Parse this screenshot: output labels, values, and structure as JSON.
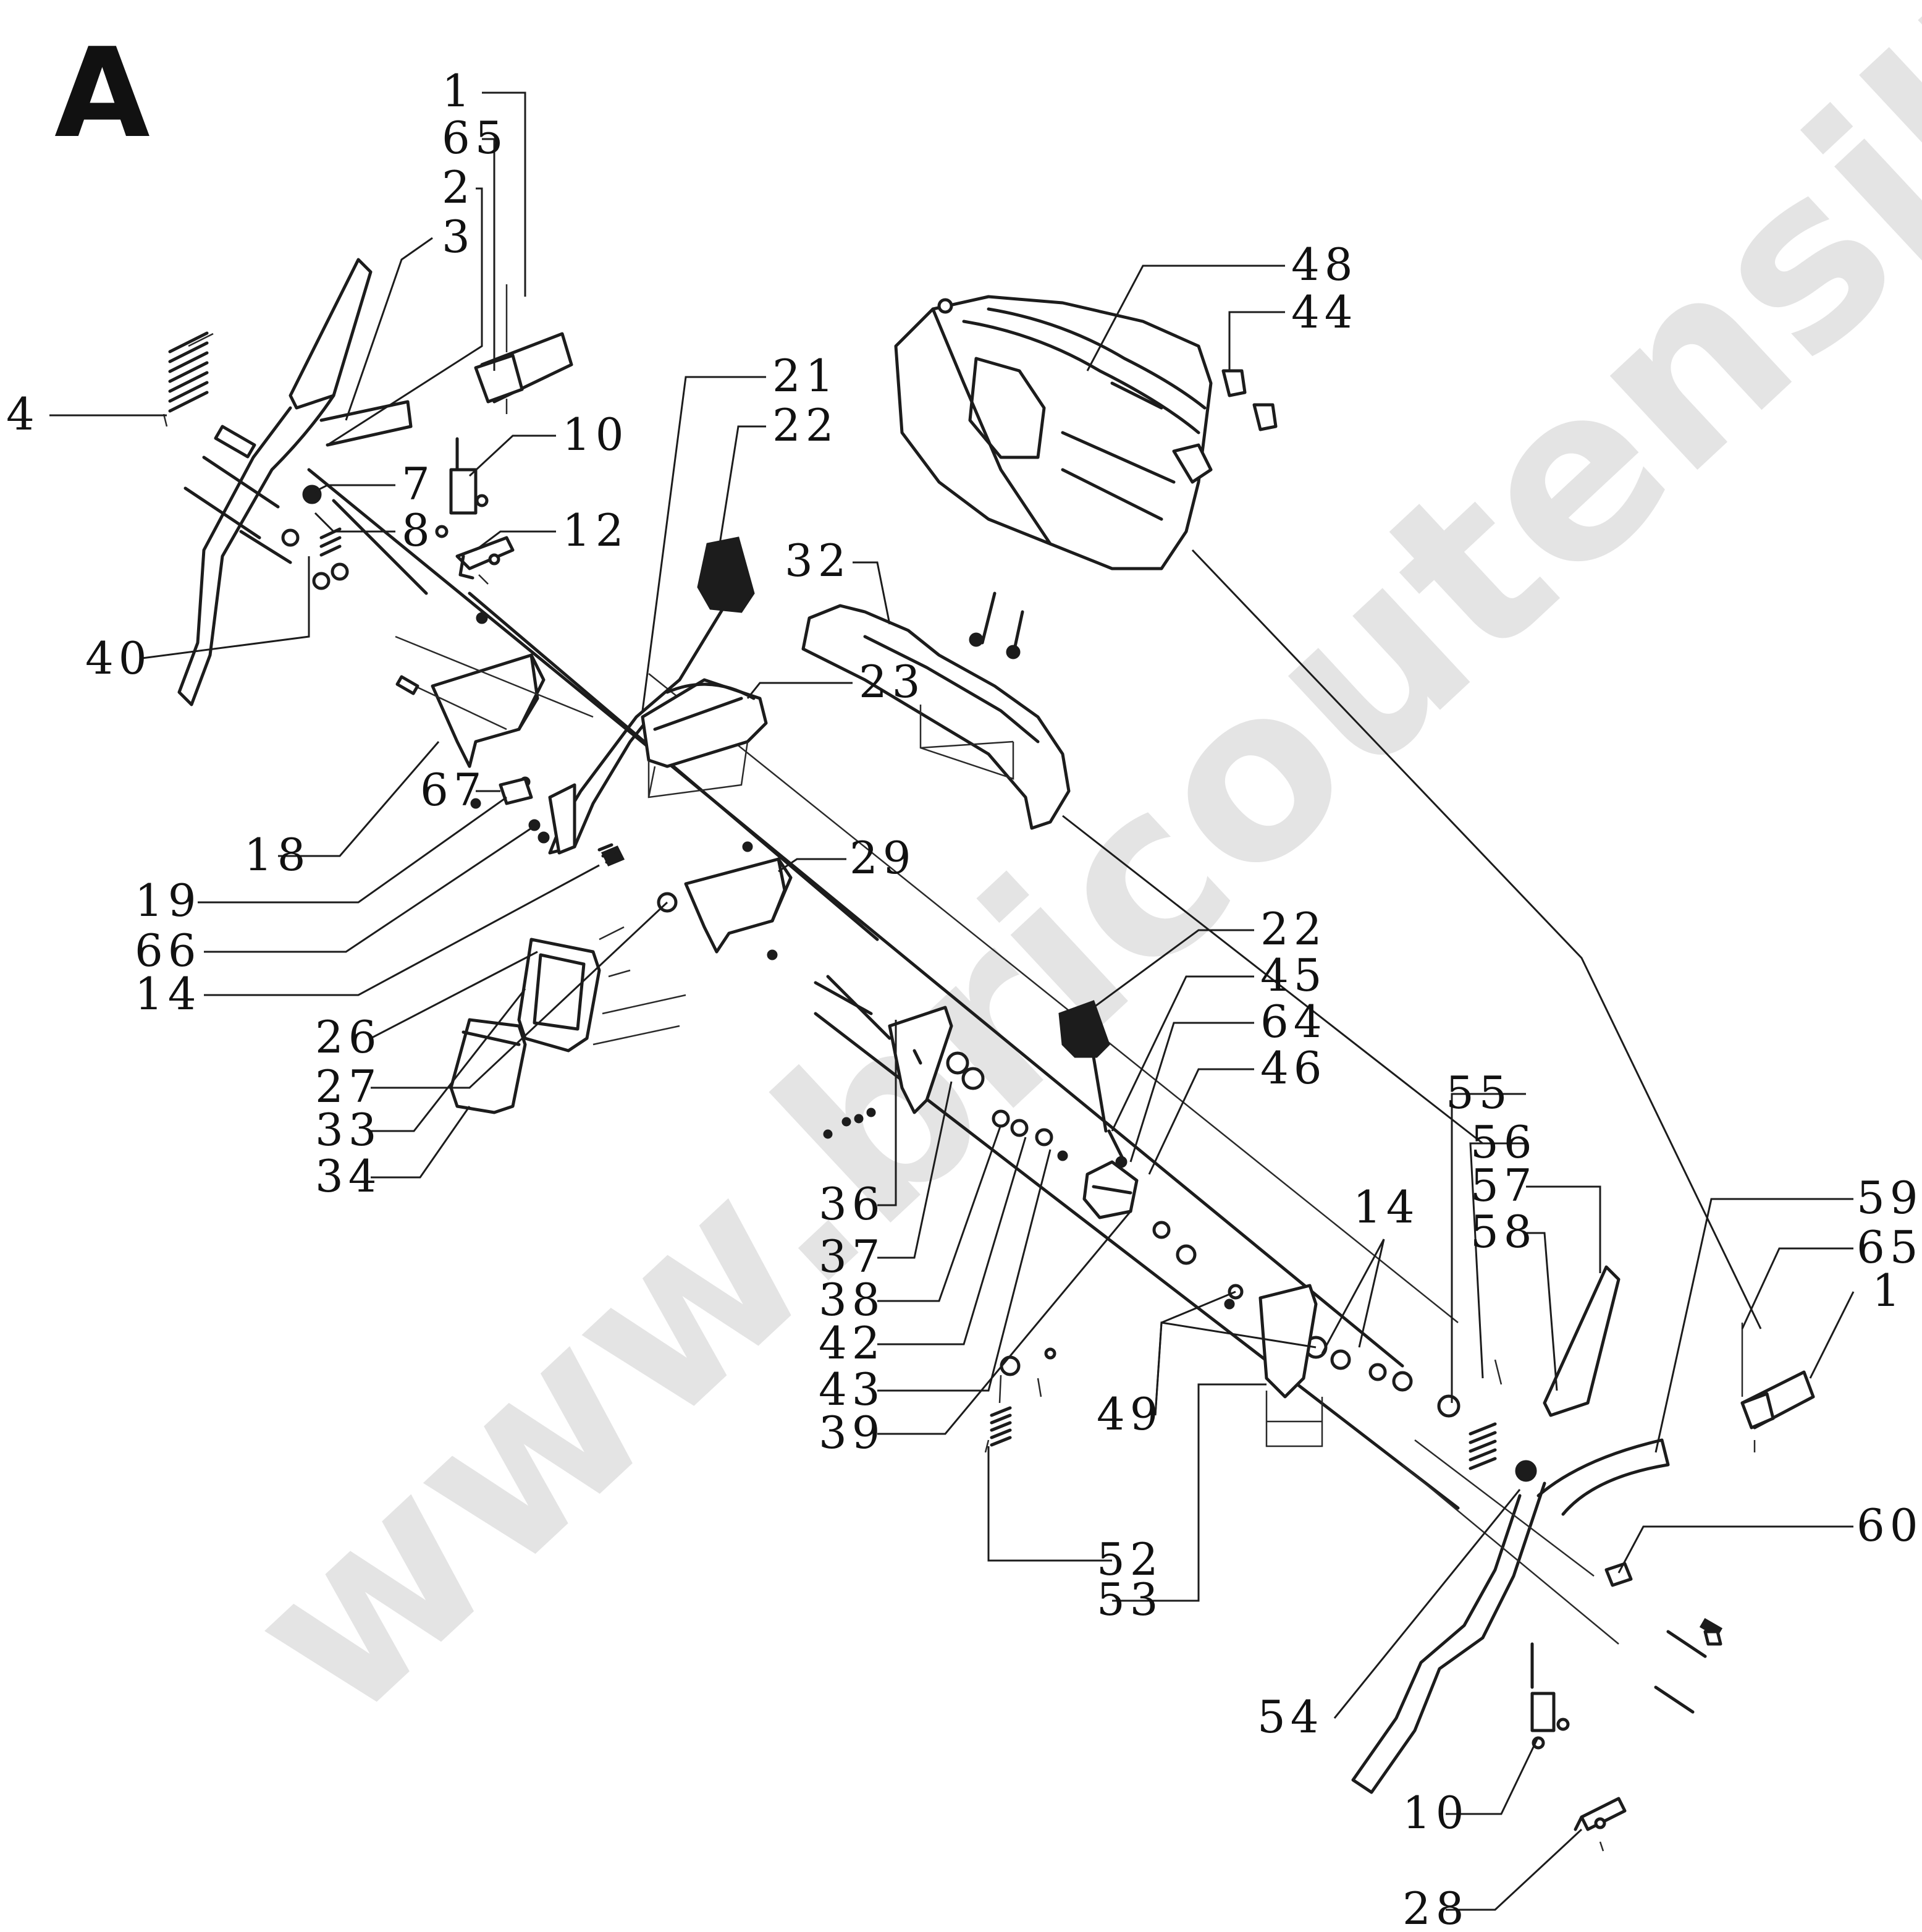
{
  "section_label": "A",
  "watermark": "www.bricoutensili.com",
  "callouts": [
    {
      "id": "c1a",
      "label": "1"
    },
    {
      "id": "c65a",
      "label": "65"
    },
    {
      "id": "c2",
      "label": "2"
    },
    {
      "id": "c3",
      "label": "3"
    },
    {
      "id": "c4",
      "label": "4"
    },
    {
      "id": "c10a",
      "label": "10"
    },
    {
      "id": "c7",
      "label": "7"
    },
    {
      "id": "c8",
      "label": "8"
    },
    {
      "id": "c12",
      "label": "12"
    },
    {
      "id": "c40",
      "label": "40"
    },
    {
      "id": "c21",
      "label": "21"
    },
    {
      "id": "c22a",
      "label": "22"
    },
    {
      "id": "c48",
      "label": "48"
    },
    {
      "id": "c44",
      "label": "44"
    },
    {
      "id": "c32",
      "label": "32"
    },
    {
      "id": "c23",
      "label": "23"
    },
    {
      "id": "c67",
      "label": "67"
    },
    {
      "id": "c18",
      "label": "18"
    },
    {
      "id": "c19",
      "label": "19"
    },
    {
      "id": "c66",
      "label": "66"
    },
    {
      "id": "c14a",
      "label": "14"
    },
    {
      "id": "c29",
      "label": "29"
    },
    {
      "id": "c26",
      "label": "26"
    },
    {
      "id": "c27",
      "label": "27"
    },
    {
      "id": "c33",
      "label": "33"
    },
    {
      "id": "c34",
      "label": "34"
    },
    {
      "id": "c22b",
      "label": "22"
    },
    {
      "id": "c45",
      "label": "45"
    },
    {
      "id": "c64",
      "label": "64"
    },
    {
      "id": "c46",
      "label": "46"
    },
    {
      "id": "c36",
      "label": "36"
    },
    {
      "id": "c37",
      "label": "37"
    },
    {
      "id": "c38",
      "label": "38"
    },
    {
      "id": "c42",
      "label": "42"
    },
    {
      "id": "c43",
      "label": "43"
    },
    {
      "id": "c39",
      "label": "39"
    },
    {
      "id": "c55",
      "label": "55"
    },
    {
      "id": "c56",
      "label": "56"
    },
    {
      "id": "c57",
      "label": "57"
    },
    {
      "id": "c58",
      "label": "58"
    },
    {
      "id": "c14b",
      "label": "14"
    },
    {
      "id": "c49",
      "label": "49"
    },
    {
      "id": "c59",
      "label": "59"
    },
    {
      "id": "c65b",
      "label": "65"
    },
    {
      "id": "c1b",
      "label": "1"
    },
    {
      "id": "c60",
      "label": "60"
    },
    {
      "id": "c52",
      "label": "52"
    },
    {
      "id": "c53",
      "label": "53"
    },
    {
      "id": "c54",
      "label": "54"
    },
    {
      "id": "c10b",
      "label": "10"
    },
    {
      "id": "c28",
      "label": "28"
    }
  ]
}
